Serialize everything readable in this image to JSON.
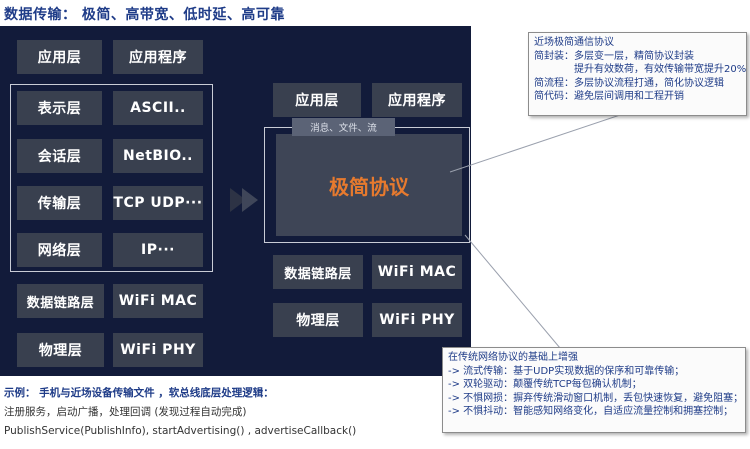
{
  "title": "数据传输： 极简、高带宽、低时延、高可靠",
  "left_stack": {
    "top_row": [
      "应用层",
      "应用程序"
    ],
    "framed_rows": [
      [
        "表示层",
        "ASCII.."
      ],
      [
        "会话层",
        "NetBIO.."
      ],
      [
        "传输层",
        "TCP UDP···"
      ],
      [
        "网络层",
        "IP···"
      ]
    ],
    "bottom_rows": [
      [
        "数据链路层",
        "WiFi MAC"
      ],
      [
        "物理层",
        "WiFi PHY"
      ]
    ]
  },
  "right_stack": {
    "top_row": [
      "应用层",
      "应用程序"
    ],
    "tag": "消息、文件、流",
    "core": "极简协议",
    "bottom_rows": [
      [
        "数据链路层",
        "WiFi MAC"
      ],
      [
        "物理层",
        "WiFi PHY"
      ]
    ]
  },
  "callout_protocol": [
    "近场极简通信协议",
    "简封装：多层变一层，精简协议封装",
    "　　　　提升有效数荷，有效传输带宽提升20%",
    "简流程：多层协议流程打通，简化协议逻辑",
    "简代码：避免层间调用和工程开销"
  ],
  "callout_enhance": [
    "在传统网络协议的基础上增强",
    "-> 流式传输：基于UDP实现数据的保序和可靠传输；",
    "-> 双轮驱动：颠覆传统TCP每包确认机制；",
    "-> 不惧网损：摒弃传统滑动窗口机制，丢包快速恢复，避免阻塞；",
    "-> 不惧抖动：智能感知网络变化，自适应流量控制和拥塞控制；"
  ],
  "example": {
    "title": "示例：  手机与近场设备传输文件 ，软总线底层处理逻辑：",
    "line1": "注册服务，启动广播，处理回调 (发现过程自动完成)",
    "line2": "PublishService(PublishInfo),  startAdvertising() ,   advertiseCallback()"
  },
  "colors": {
    "panel": "#121b3a",
    "cell": "#39404f",
    "core_text": "#e77a2e",
    "title": "#1f3c88"
  }
}
